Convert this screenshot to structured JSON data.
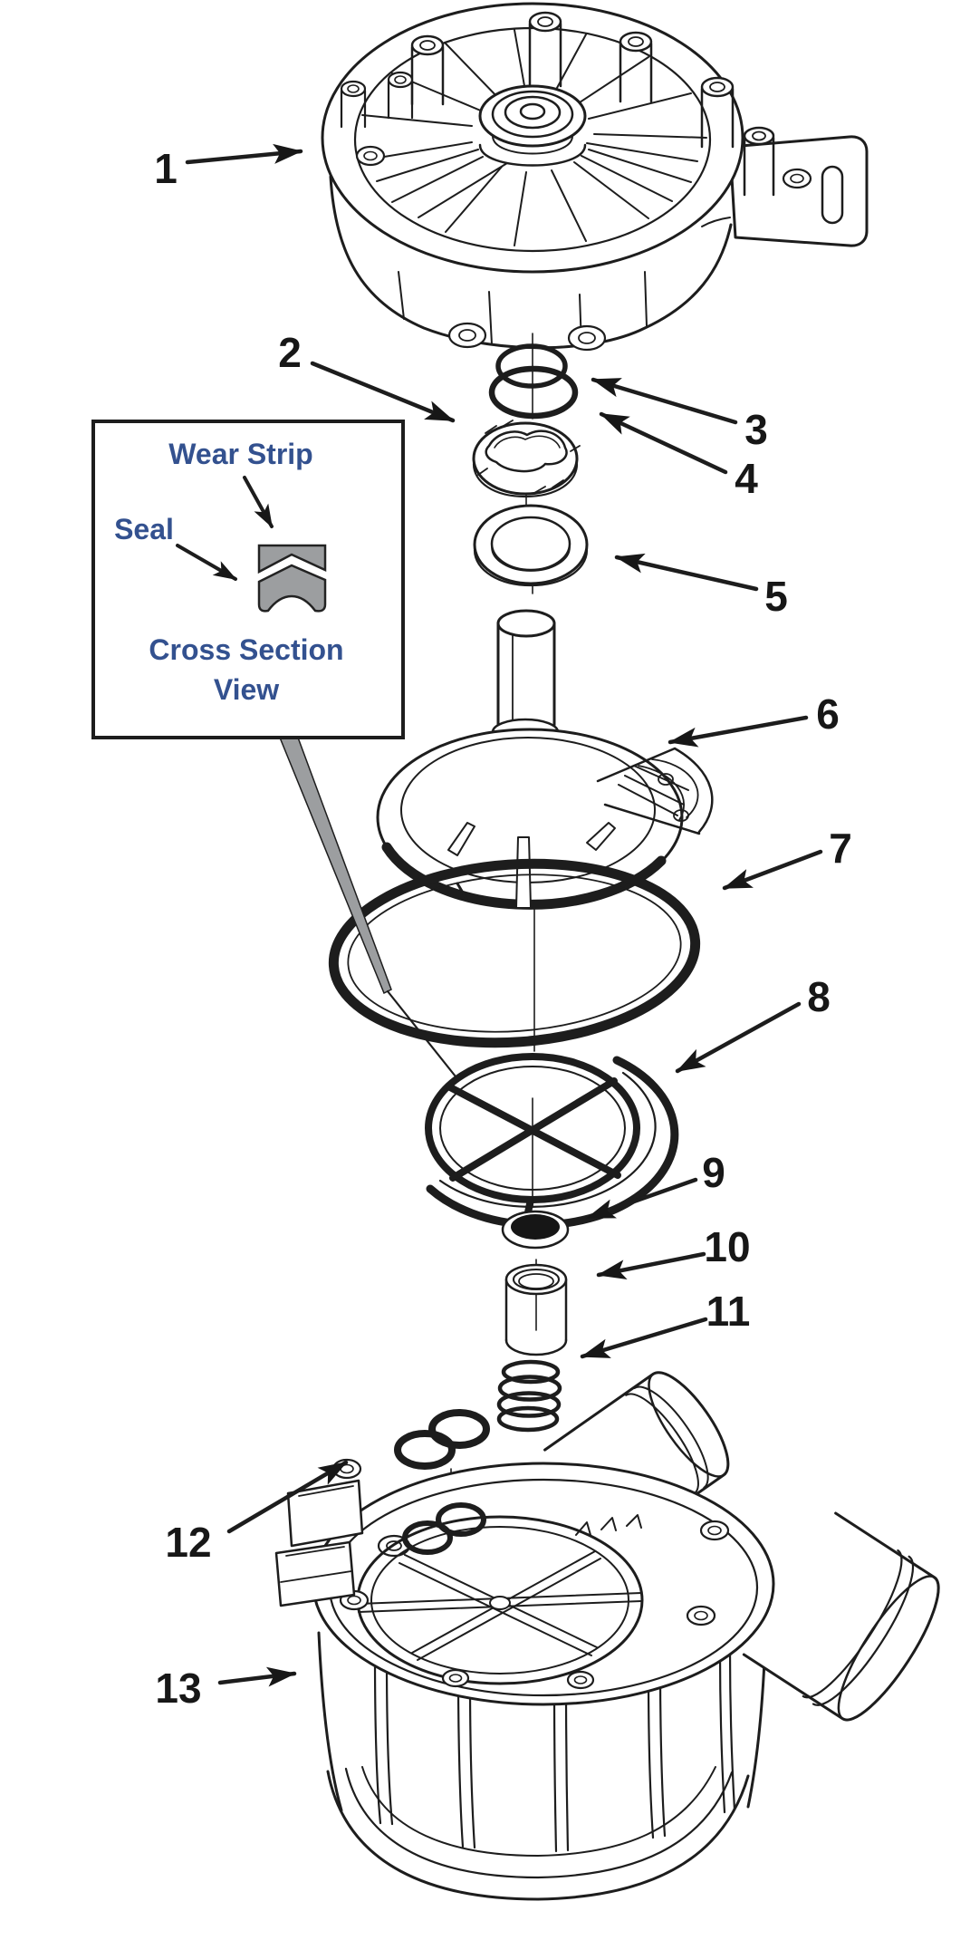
{
  "diagram": {
    "type": "exploded-parts-diagram",
    "part_labels": [
      "1",
      "2",
      "3",
      "4",
      "5",
      "6",
      "7",
      "8",
      "9",
      "10",
      "11",
      "12",
      "13"
    ],
    "callout": {
      "wear_strip": "Wear Strip",
      "seal": "Seal",
      "caption_line1": "Cross Section",
      "caption_line2": "View"
    },
    "colors": {
      "line": "#1d1d1d",
      "label_text": "#171717",
      "callout_text": "#33518f",
      "gray_fill": "#9c9ea0",
      "background": "#ffffff"
    }
  }
}
